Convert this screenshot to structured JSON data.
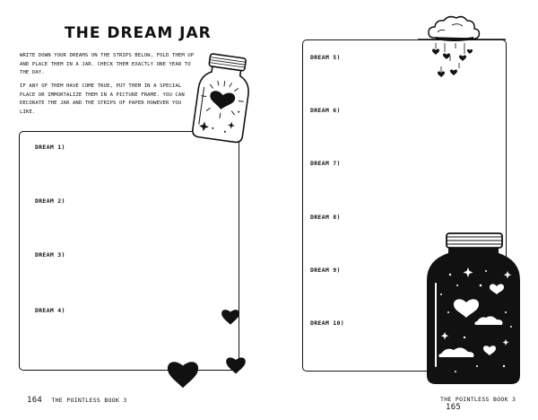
{
  "left_page": {
    "title": "The Dream Jar",
    "instructions": [
      "Write down your dreams on the strips below, fold them up and place them in a jar. Check them exactly one year to the day.",
      "If any of them have come true, put them in a special place or immortalize them in a picture frame. You can decorate the jar and the strips of paper however you like."
    ],
    "dreams": [
      "Dream 1)",
      "Dream 2)",
      "Dream 3)",
      "Dream 4)"
    ],
    "page_number": "164",
    "book_title": "The Pointless Book 3"
  },
  "right_page": {
    "dreams": [
      "Dream 5)",
      "Dream 6)",
      "Dream 7)",
      "Dream 8)",
      "Dream 9)",
      "Dream 10)"
    ],
    "page_number": "165",
    "book_title": "The Pointless Book 3"
  },
  "illustrations": {
    "small_jar": "jar-with-glowing-heart-icon",
    "big_jar": "jar-with-hearts-and-clouds-icon",
    "cloud": "raining-hearts-cloud-icon",
    "hearts": "heart-icon"
  },
  "colors": {
    "ink": "#111111",
    "paper": "#ffffff"
  }
}
